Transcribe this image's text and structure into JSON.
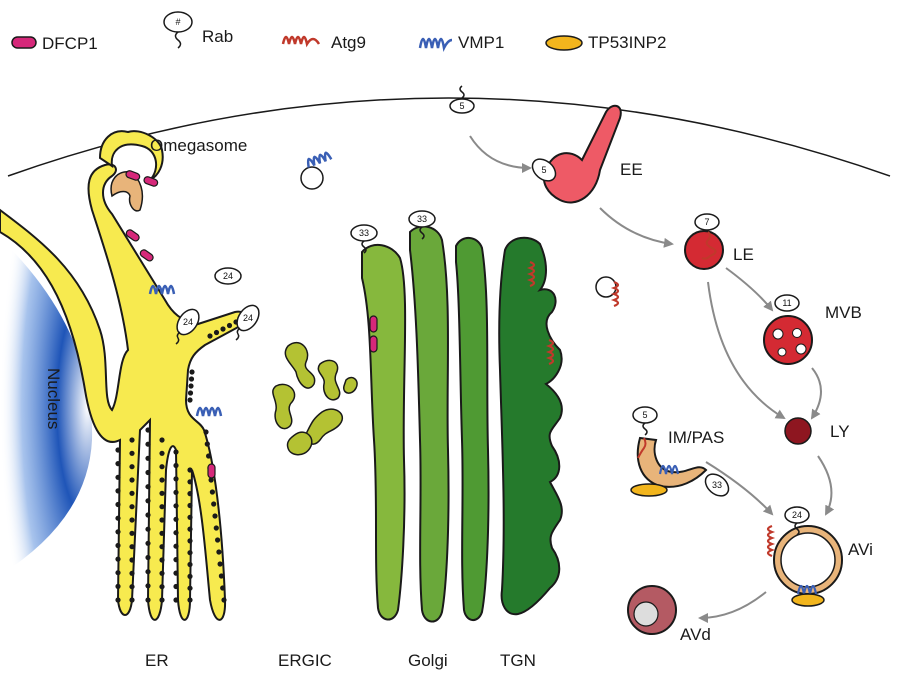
{
  "legend": {
    "dfcp1": "DFCP1",
    "rab": "Rab",
    "rab_symbol": "#",
    "atg9": "Atg9",
    "vmp1": "VMP1",
    "tp53inp2": "TP53INP2"
  },
  "organelles": {
    "omegasome": "Omegasome",
    "nucleus": "Nucleus",
    "er": "ER",
    "ergic": "ERGIC",
    "golgi": "Golgi",
    "tgn": "TGN",
    "ee": "EE",
    "le": "LE",
    "mvb": "MVB",
    "ly": "LY",
    "im_pas": "IM/PAS",
    "avi": "AVi",
    "avd": "AVd"
  },
  "rab_numbers": {
    "pm": "5",
    "ee": "5",
    "er_free": "24",
    "er_a": "24",
    "er_b": "24",
    "golgi_a": "33",
    "golgi_b": "33",
    "le": "7",
    "mvb": "11",
    "im_a": "5",
    "im_b": "33",
    "avi": "24"
  },
  "colors": {
    "dfcp1": "#d6287a",
    "atg9": "#c0392b",
    "vmp1": "#3a5fb5",
    "tp53inp2": "#f2b51d",
    "er": "#f7ea4f",
    "nucleus": "#1f55b8",
    "ergic": "#b4c233",
    "golgi_light": "#86b83d",
    "golgi_mid": "#4f9a33",
    "tgn": "#257a2c",
    "ee": "#ee5a66",
    "le": "#d42a33",
    "ly": "#8e1620",
    "avd": "#b45a63",
    "membrane_tan": "#e8b47a"
  }
}
